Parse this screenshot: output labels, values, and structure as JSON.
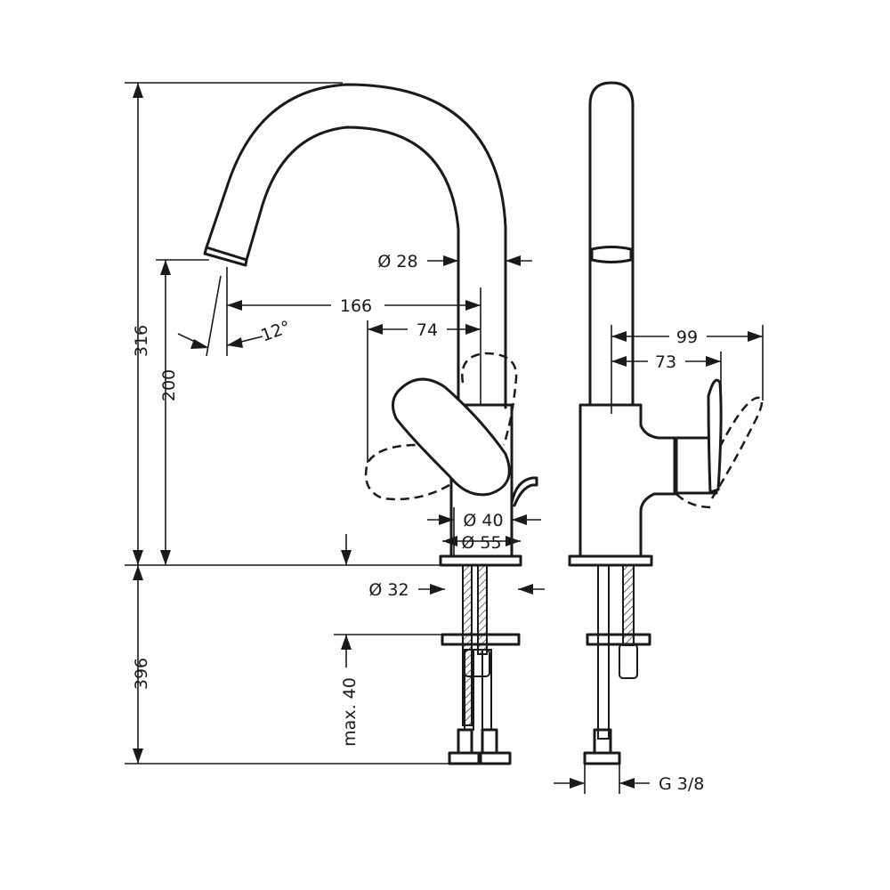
{
  "dimensions": {
    "height_total": "316",
    "height_spout": "200",
    "height_below": "396",
    "max_thickness": "max. 40",
    "spout_reach": "166",
    "lever_reach": "74",
    "spout_angle": "12°",
    "dia_spout": "Ø 28",
    "dia_body_small": "Ø 40",
    "dia_body_base": "Ø 55",
    "dia_shank": "Ø 32",
    "side_reach_outer": "99",
    "side_reach_inner": "73",
    "thread": "G 3/8"
  }
}
